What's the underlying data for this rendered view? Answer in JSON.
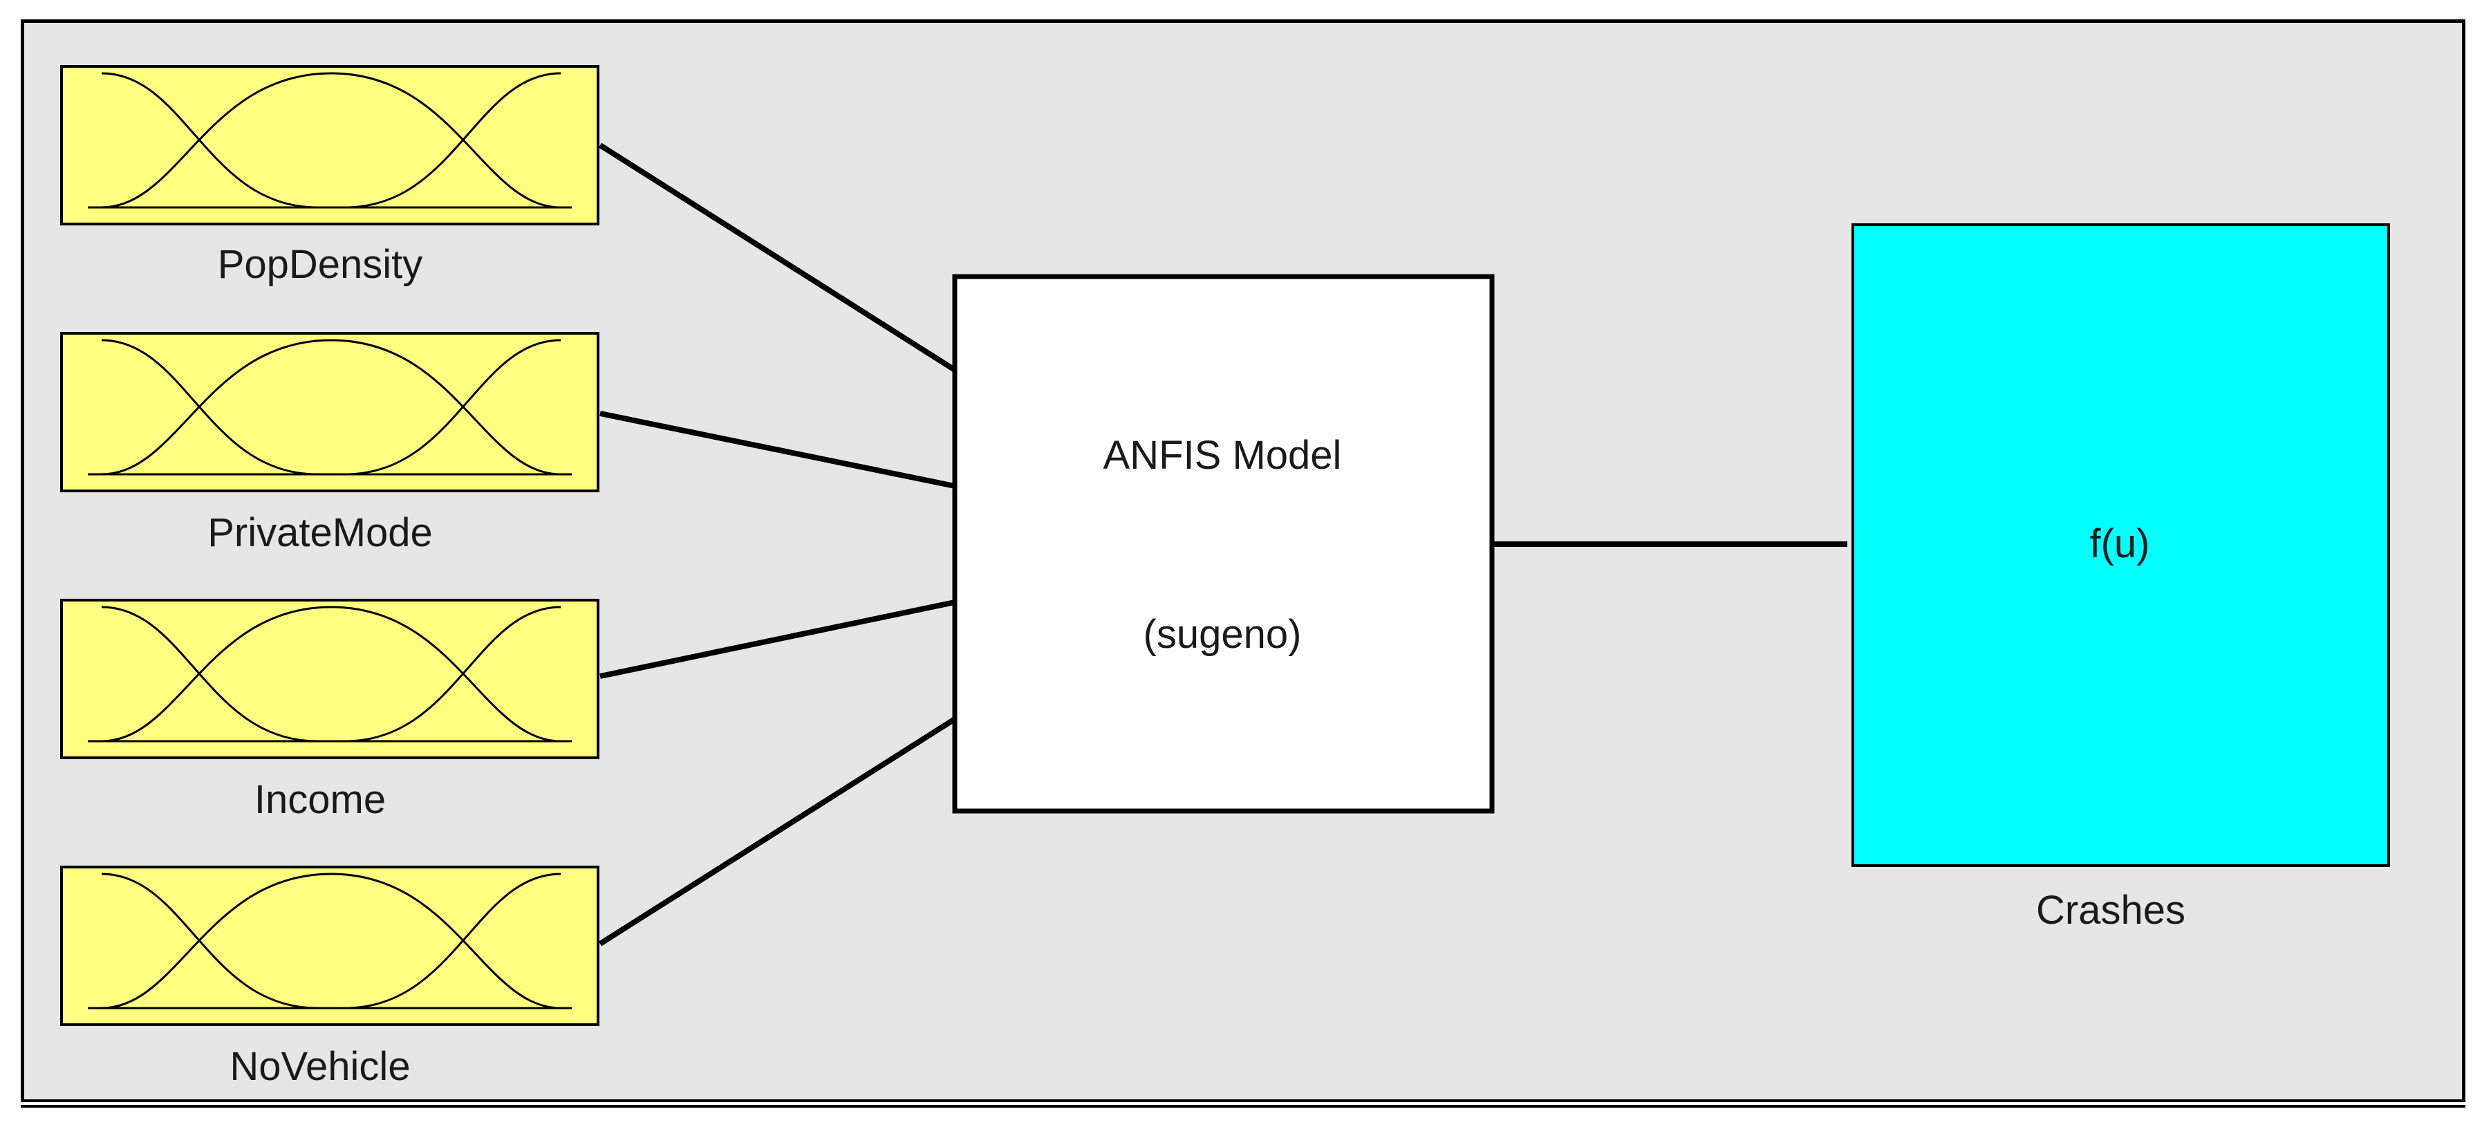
{
  "inputs": [
    {
      "label": "PopDensity",
      "icon": "membership-functions-icon"
    },
    {
      "label": "PrivateMode",
      "icon": "membership-functions-icon"
    },
    {
      "label": "Income",
      "icon": "membership-functions-icon"
    },
    {
      "label": "NoVehicle",
      "icon": "membership-functions-icon"
    }
  ],
  "model": {
    "title": "ANFIS Model",
    "type": "(sugeno)"
  },
  "output": {
    "label": "Crashes",
    "function": "f(u)"
  },
  "colors": {
    "background": "#e6e6e6",
    "input_fill": "#ffff80",
    "model_fill": "#ffffff",
    "output_fill": "#00ffff",
    "line": "#000000"
  }
}
